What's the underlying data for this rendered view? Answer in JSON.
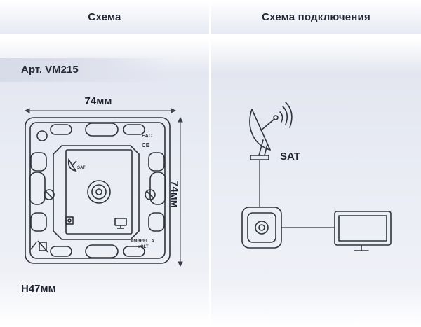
{
  "tabs": {
    "left": "Схема",
    "right": "Схема подключения"
  },
  "article": "Арт. VM215",
  "dimensions": {
    "width": "74мм",
    "height": "74мм",
    "depth": "H47мм"
  },
  "device_marks": {
    "sat": "SAT",
    "brand_line1": "AMBRELLA",
    "brand_line2": "VOLT",
    "ce": "CE",
    "eac": "EAC"
  },
  "connection": {
    "sat_label": "SAT"
  },
  "colors": {
    "header_bg": "#e7eaf3",
    "panel_bg": "#e9ecf4",
    "line": "#3b3f4a"
  }
}
